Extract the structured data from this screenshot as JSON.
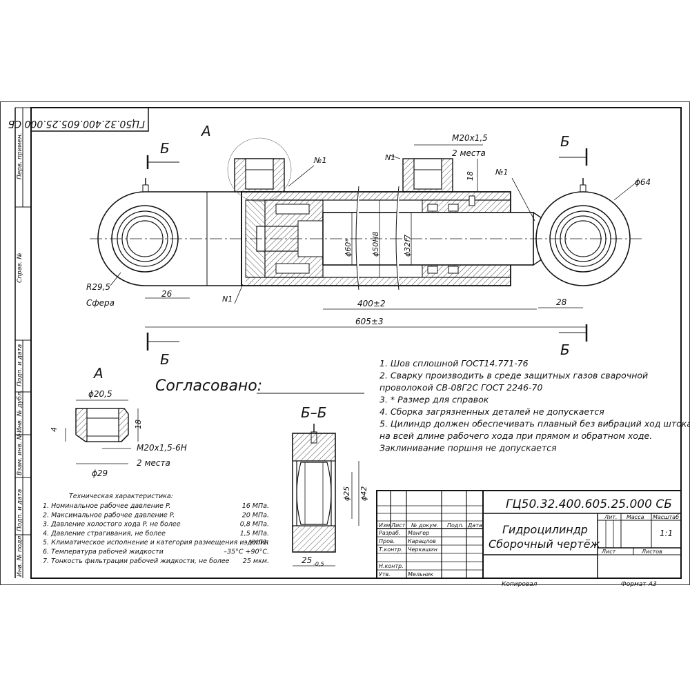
{
  "drawing": {
    "stamp_number_rotated": "ГЦ50.32.400.605.25.000 СБ",
    "side_labels": [
      "Перв. примен.",
      "Справ. №",
      "Подп. и дата",
      "Инв. № дубл.",
      "Взам. инв. №",
      "Подп. и дата",
      "Инв. № подл."
    ],
    "view_a_label": "А",
    "section_label": "Б",
    "section_title": "Б–Б",
    "dimensions": {
      "thread": "M20x1,5",
      "two_places": "2 места",
      "n1": "N1",
      "no1": "№1",
      "d64": "ϕ64",
      "r29": "R29,5",
      "sphere": "Сфера",
      "d26": "26",
      "d18": "18",
      "d60": "ϕ60*",
      "d50": "ϕ50H8",
      "d32": "ϕ32f7",
      "stroke": "400±2",
      "length": "605±3",
      "d28": "28",
      "a_d20": "ϕ20,5",
      "a_d29": "ϕ29",
      "a_18": "18",
      "a_4": "4",
      "a_thread": "M20x1,5-6H",
      "bb_d25": "ϕ25",
      "bb_d42": "ϕ42",
      "bb_25": "25",
      "bb_tol": "-0,5"
    },
    "agreed": "Согласовано:",
    "notes": [
      "1. Шов сплошной  ГОСТ14.771-76",
      "2. Сварку  производить  в  среде  защитных  газов  сварочной",
      "проволокой СВ-08Г2С   ГОСТ 2246-70",
      "3.  * Размер для справок",
      "4.  Сборка загрязненных деталей не допускается",
      "5. Цилиндр должен обеспечивать плавный без вибраций ход штока",
      "на всей   длине рабочего хода при прямом и обратном ходе.",
      "Заклинивание поршня не допускается"
    ],
    "tech": {
      "title": "Техническая характеристика:",
      "rows": [
        {
          "label": "1. Номинальное рабочее давление   P.",
          "value": "16  МПа."
        },
        {
          "label": "2. Максимальное рабочее давление P.",
          "value": "20  МПа."
        },
        {
          "label": "3. Давление холостого хода P.      не более",
          "value": "0,8  МПа."
        },
        {
          "label": "4. Давление страгивания,                               не более",
          "value": "1,5  МПа."
        },
        {
          "label": "5. Климатическое исполнение и категория размещения изделия",
          "value": "– УХЛ1."
        },
        {
          "label": "6. Температура рабочей жидкости",
          "value": "–35°С +90°С."
        },
        {
          "label": "7. Тонкость фильтрации рабочей жидкости, не более",
          "value": "25  мкм."
        }
      ]
    }
  },
  "title_block": {
    "number": "ГЦ50.32.400.605.25.000 СБ",
    "name_line1": "Гидроцилиндр",
    "name_line2": "Сборочный чертёж",
    "col_headers": [
      "Изм.",
      "Лист",
      "№ докум.",
      "Подп.",
      "Дата"
    ],
    "roles": [
      "Разраб.",
      "Пров.",
      "Т.контр.",
      "",
      "Н.контр.",
      "Утв."
    ],
    "names": [
      "Мангер",
      "Карацлов",
      "Черкашин",
      "",
      "",
      "Мельник"
    ],
    "lit": "Лит.",
    "mass": "Масса",
    "scale": "Масштаб",
    "scale_value": "1:1",
    "sheet": "Лист",
    "sheets": "Листов",
    "copied": "Копировал",
    "format": "Формат",
    "format_value": "А3"
  }
}
